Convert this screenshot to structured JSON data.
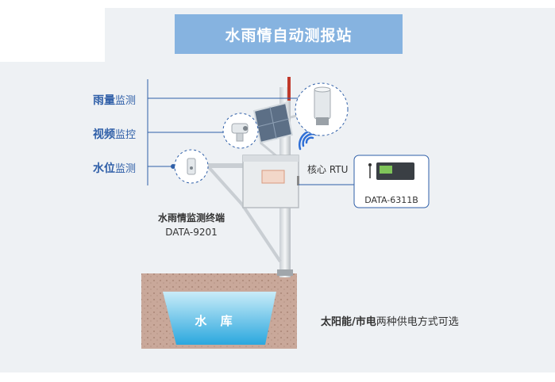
{
  "title": "水雨情自动测报站",
  "labels": {
    "rain": {
      "strong": "雨量",
      "plain": "监测"
    },
    "video": {
      "strong": "视频",
      "plain": "监控"
    },
    "water": {
      "strong": "水位",
      "plain": "监测"
    }
  },
  "terminal": {
    "name": "水雨情监测终端",
    "model": "DATA-9201"
  },
  "rtu": {
    "label": "核心 RTU",
    "model": "DATA-6311B"
  },
  "reservoir": "水 库",
  "power": {
    "strong": "太阳能/市电",
    "plain": "两种供电方式可选"
  },
  "colors": {
    "title_bg": "#86b3e0",
    "label_blue": "#2f5fa8",
    "water": "#4fb6e0",
    "panel_bg": "#eef1f4"
  }
}
